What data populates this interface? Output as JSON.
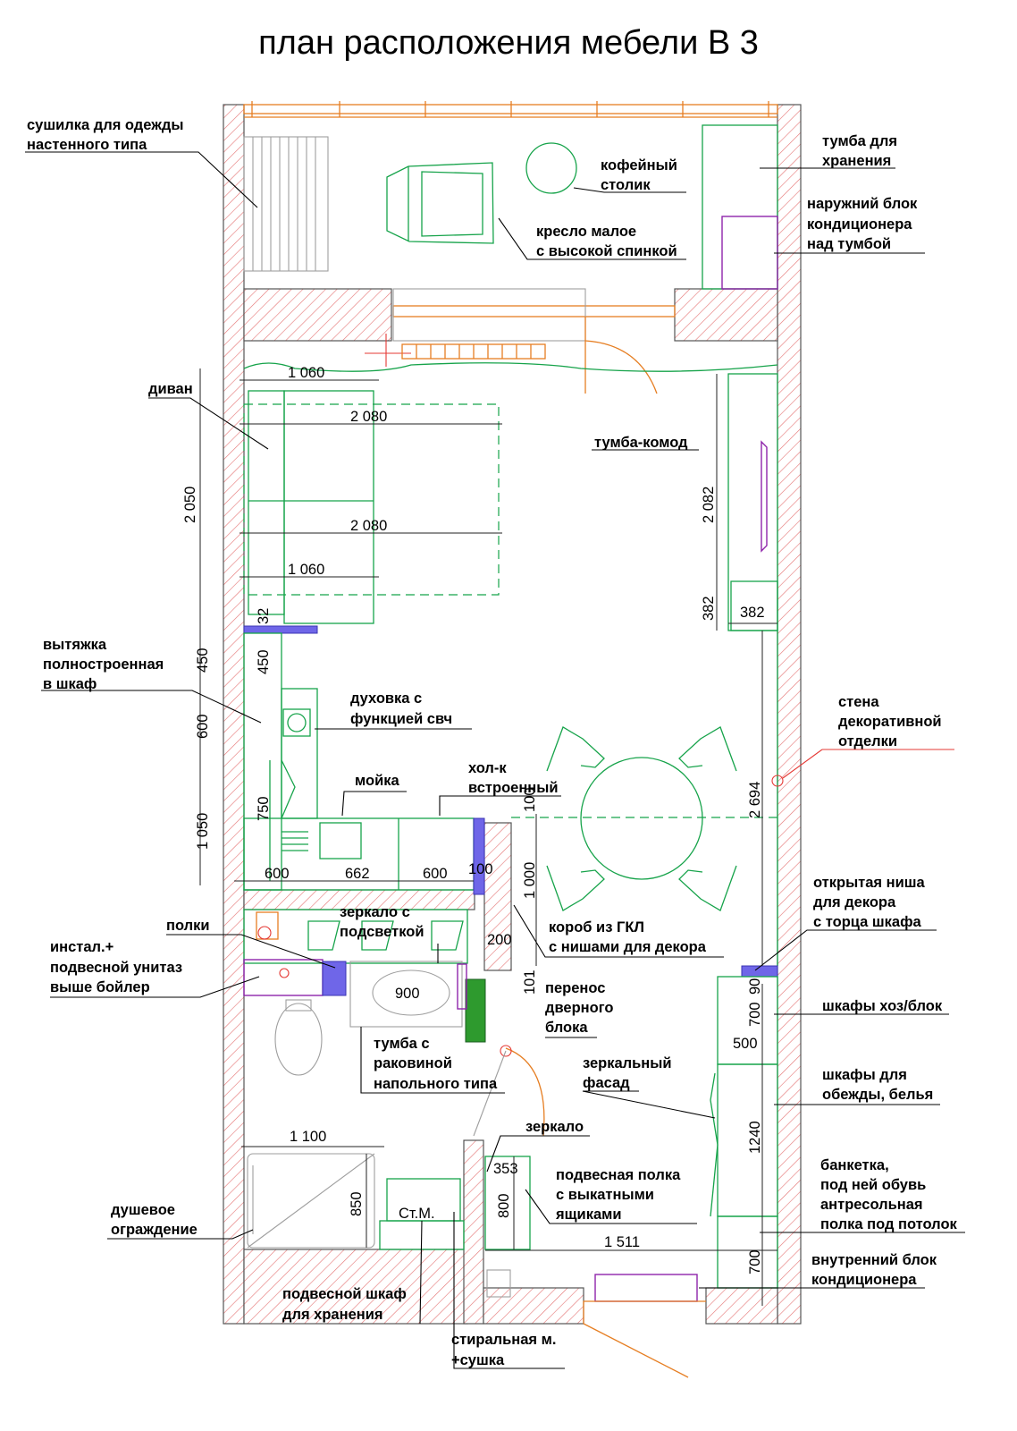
{
  "title": "план расположения мебели В 3",
  "colors": {
    "furniture": "#16a34a",
    "walls_hatch": "#e57373",
    "balcony": "#e67e22",
    "equipment": "#8e24aa",
    "partition": "#6f66e8"
  },
  "labels": {
    "dryer": [
      "сушилка для одежды",
      "настенного типа"
    ],
    "coffee_table": [
      "кофейный",
      "столик"
    ],
    "armchair": [
      "кресло малое",
      "с высокой спинкой"
    ],
    "storage_cabinet": [
      "тумба для",
      "хранения"
    ],
    "ac_outdoor": [
      "наружний блок",
      "кондиционера",
      "над тумбой"
    ],
    "sofa": [
      "диван"
    ],
    "dresser": [
      "тумба-комод"
    ],
    "hood": [
      "вытяжка",
      "полностроенная",
      "в шкаф"
    ],
    "oven": [
      "духовка с",
      "функцией свч"
    ],
    "decor_wall": [
      "стена",
      "декоративной",
      "отделки"
    ],
    "sink": [
      "мойка"
    ],
    "fridge": [
      "хол-к",
      "встроенный"
    ],
    "open_niche": [
      "открытая ниша",
      "для декора",
      "с торца шкафа"
    ],
    "shelves": [
      "полки"
    ],
    "mirror_lit": [
      "зеркало с",
      "подсветкой"
    ],
    "gkl_box": [
      "короб из ГКЛ",
      "с нишами для декора"
    ],
    "toilet": [
      "инстал.+",
      "подвесной унитаз",
      "выше бойлер"
    ],
    "door_move": [
      "перенос",
      "дверного",
      "блока"
    ],
    "utility_closets": [
      "шкафы хоз/блок"
    ],
    "vanity": [
      "тумба с",
      "раковиной",
      "напольного типа"
    ],
    "mirror_facade": [
      "зеркальный",
      "фасад"
    ],
    "wardrobes": [
      "шкафы для",
      "обежды, белья"
    ],
    "mirror": [
      "зеркало"
    ],
    "hanging_shelf": [
      "подвесная полка",
      "с выкатными",
      "ящиками"
    ],
    "bench": [
      "банкетка,",
      "под ней обувь",
      "антресольная",
      "полка под потолок"
    ],
    "shower": [
      "душевое",
      "ограждение"
    ],
    "ac_indoor": [
      "внутренний  блок",
      "кондиционера"
    ],
    "hanging_cabinet": [
      "подвесной шкаф",
      "для хранения"
    ],
    "washer": [
      "стиральная м.",
      "+сушка"
    ],
    "washer_tag": "Ст.М."
  },
  "dimensions": {
    "d1060a": "1 060",
    "d2080a": "2 080",
    "d2080b": "2 080",
    "d1060b": "1 060",
    "d2050": "2 050",
    "d32": "32",
    "d450a": "450",
    "d450b": "450",
    "d600v": "600",
    "d750": "750",
    "d1050": "1 050",
    "d600a": "600",
    "d662": "662",
    "d600b": "600",
    "d100a": "100",
    "d100b": "100",
    "d1000": "1 000",
    "d200": "200",
    "d101": "101",
    "d2082": "2 082",
    "d382a": "382",
    "d382b": "382",
    "d2694": "2 694",
    "d900": "900",
    "d90": "90",
    "d700a": "700",
    "d500": "500",
    "d1240": "1240",
    "d1100": "1 100",
    "d850": "850",
    "d353": "353",
    "d800": "800",
    "d1511": "1 511",
    "d700b": "700"
  }
}
